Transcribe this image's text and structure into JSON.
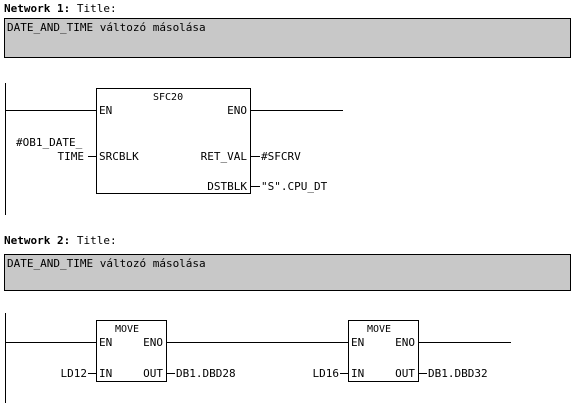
{
  "network1": {
    "label": "Network 1",
    "sep": ":",
    "title": "Title:",
    "comment": "DATE_AND_TIME változó másolása",
    "block": {
      "name": "SFC20",
      "en": "EN",
      "eno": "ENO",
      "srcblk": "SRCBLK",
      "ret_val": "RET_VAL",
      "dstblk": "DSTBLK"
    },
    "src_operand_line1": "#OB1_DATE_",
    "src_operand_line2": "TIME",
    "ret_val_operand": "#SFCRV",
    "dst_operand": "\"S\".CPU_DT"
  },
  "network2": {
    "label": "Network 2",
    "sep": ":",
    "title": "Title:",
    "comment": "DATE_AND_TIME változó másolása",
    "move1": {
      "name": "MOVE",
      "en": "EN",
      "eno": "ENO",
      "in": "IN",
      "out": "OUT",
      "in_operand": "LD12",
      "out_operand": "DB1.DBD28"
    },
    "move2": {
      "name": "MOVE",
      "en": "EN",
      "eno": "ENO",
      "in": "IN",
      "out": "OUT",
      "in_operand": "LD16",
      "out_operand": "DB1.DBD32"
    }
  }
}
